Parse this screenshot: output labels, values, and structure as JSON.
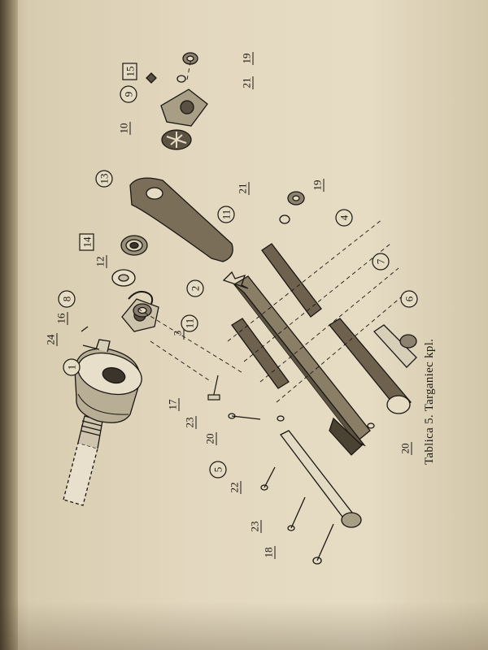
{
  "caption": "Tablica 5. Targaniec kpl.",
  "part_labels": [
    {
      "id": "1",
      "style": "circle"
    },
    {
      "id": "2",
      "style": "circle"
    },
    {
      "id": "3",
      "style": "underline"
    },
    {
      "id": "4",
      "style": "circle"
    },
    {
      "id": "5",
      "style": "circle"
    },
    {
      "id": "6",
      "style": "circle"
    },
    {
      "id": "7",
      "style": "circle"
    },
    {
      "id": "8",
      "style": "circle"
    },
    {
      "id": "9",
      "style": "circle"
    },
    {
      "id": "10",
      "style": "underline"
    },
    {
      "id": "11",
      "style": "circle"
    },
    {
      "id": "11",
      "style": "circle"
    },
    {
      "id": "12",
      "style": "underline"
    },
    {
      "id": "13",
      "style": "circle"
    },
    {
      "id": "14",
      "style": "box"
    },
    {
      "id": "15",
      "style": "box"
    },
    {
      "id": "16",
      "style": "underline"
    },
    {
      "id": "17",
      "style": "underline"
    },
    {
      "id": "18",
      "style": "underline"
    },
    {
      "id": "19",
      "style": "underline"
    },
    {
      "id": "19",
      "style": "underline"
    },
    {
      "id": "20",
      "style": "underline"
    },
    {
      "id": "20",
      "style": "underline"
    },
    {
      "id": "21",
      "style": "underline"
    },
    {
      "id": "21",
      "style": "underline"
    },
    {
      "id": "22",
      "style": "underline"
    },
    {
      "id": "23",
      "style": "underline"
    },
    {
      "id": "23",
      "style": "underline"
    },
    {
      "id": "24",
      "style": "underline"
    }
  ]
}
